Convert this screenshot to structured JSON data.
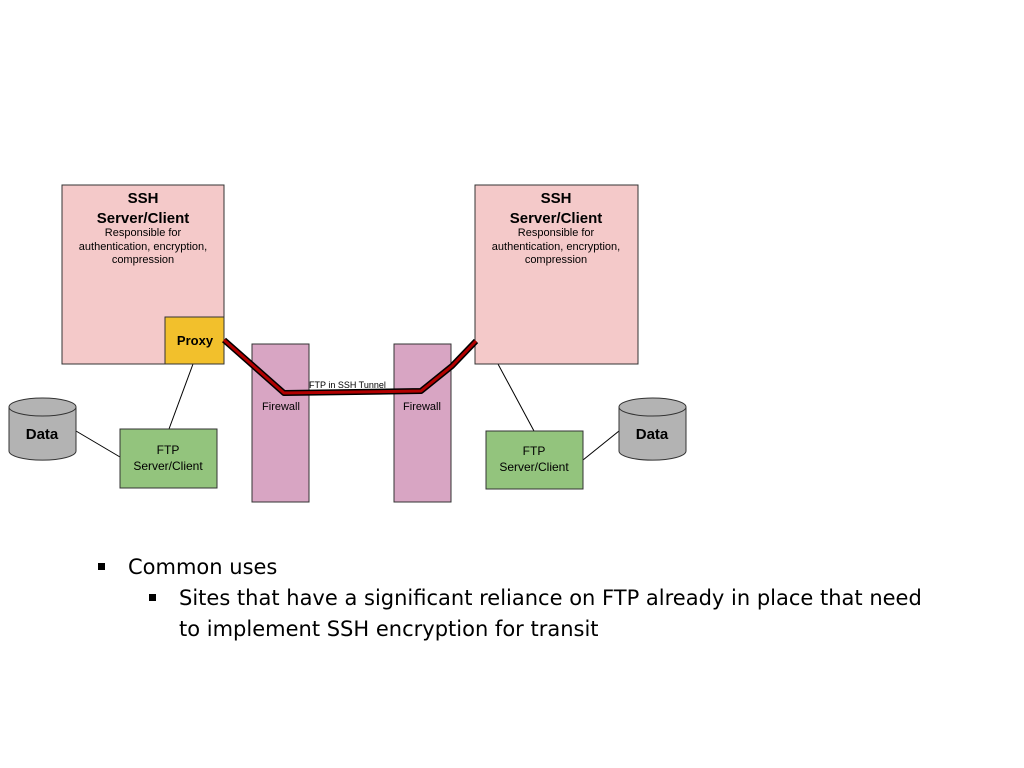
{
  "diagram": {
    "left_node": {
      "title": "SSH Server/Client",
      "title_line1": "SSH",
      "title_line2": "Server/Client",
      "description": "Responsible for authentication, encryption, compression",
      "desc_line1": "Responsible for",
      "desc_line2": "authentication, encryption,",
      "desc_line3": "compression",
      "proxy_label": "Proxy",
      "ftp_line1": "FTP",
      "ftp_line2": "Server/Client",
      "data_label": "Data"
    },
    "right_node": {
      "title_line1": "SSH",
      "title_line2": "Server/Client",
      "desc_line1": "Responsible for",
      "desc_line2": "authentication, encryption,",
      "desc_line3": "compression",
      "ftp_line1": "FTP",
      "ftp_line2": "Server/Client",
      "data_label": "Data"
    },
    "firewall_left_label": "Firewall",
    "firewall_right_label": "Firewall",
    "tunnel_label": "FTP in SSH Tunnel",
    "colors": {
      "ssh_box": "#f4c9c9",
      "proxy": "#f2c02c",
      "ftp_box": "#93c47d",
      "firewall": "#d8a5c3",
      "data_cylinder": "#b3b3b3",
      "tunnel": "#b20000"
    }
  },
  "bullets": {
    "level1": "Common uses",
    "level2": "Sites that have a significant reliance on FTP already in place that need to implement SSH encryption for transit"
  }
}
